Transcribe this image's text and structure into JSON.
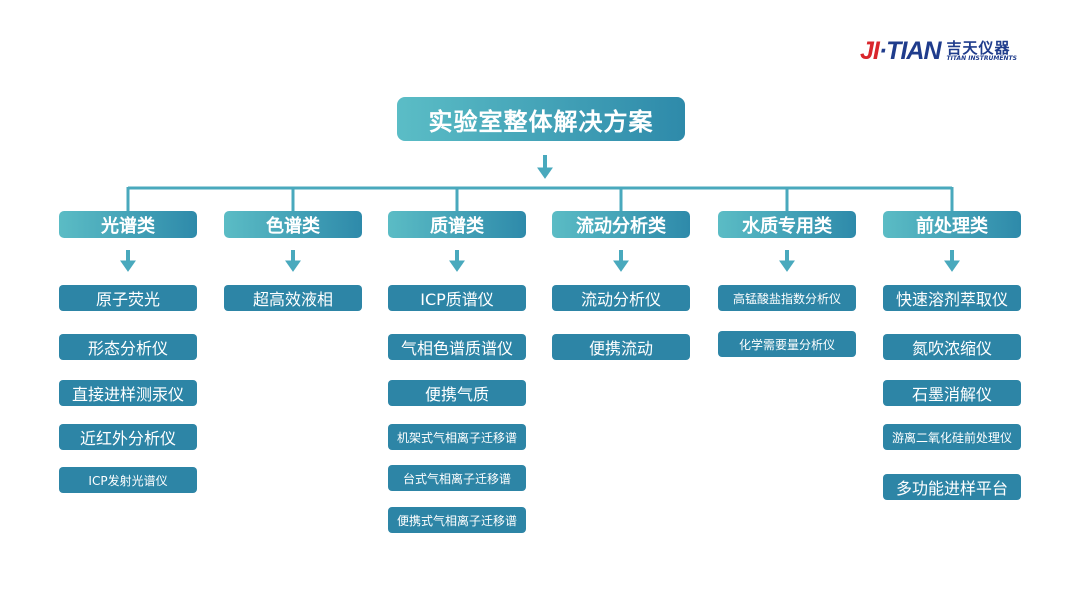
{
  "logo": {
    "mark_j": "JI",
    "mark_rest": "·TIAN",
    "cn": "吉天仪器",
    "en": "TITAN INSTRUMENTS"
  },
  "title": "实验室整体解决方案",
  "columns": [
    {
      "label": "光谱类",
      "items": [
        "原子荧光",
        "形态分析仪",
        "直接进样测汞仪",
        "近红外分析仪",
        "ICP发射光谱仪"
      ]
    },
    {
      "label": "色谱类",
      "items": [
        "超高效液相"
      ]
    },
    {
      "label": "质谱类",
      "items": [
        "ICP质谱仪",
        "气相色谱质谱仪",
        "便携气质",
        "机架式气相离子迁移谱",
        "台式气相离子迁移谱",
        "便携式气相离子迁移谱"
      ]
    },
    {
      "label": "流动分析类",
      "items": [
        "流动分析仪",
        "便携流动"
      ]
    },
    {
      "label": "水质专用类",
      "items": [
        "高锰酸盐指数分析仪",
        "化学需要量分析仪"
      ]
    },
    {
      "label": "前处理类",
      "items": [
        "快速溶剂萃取仪",
        "氮吹浓缩仪",
        "石墨消解仪",
        "游离二氧化硅前处理仪",
        "多功能进样平台"
      ]
    }
  ]
}
